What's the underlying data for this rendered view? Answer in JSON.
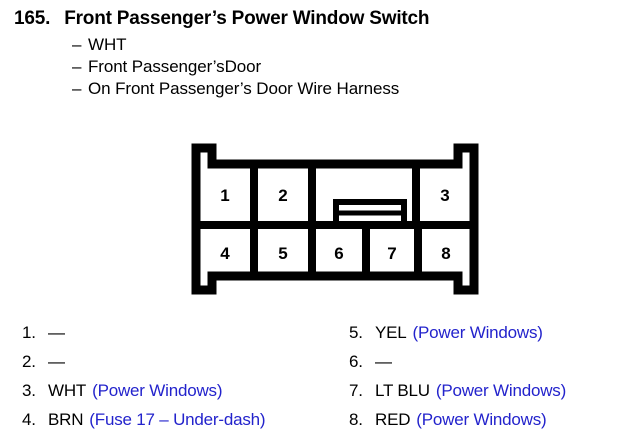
{
  "header": {
    "number": "165.",
    "title": "Front Passenger’s Power Window Switch",
    "dash": "–",
    "details": [
      "WHT",
      "Front Passenger’sDoor",
      "On Front Passenger’s Door Wire Harness"
    ]
  },
  "connector": {
    "top_row_pins": [
      "1",
      "2",
      "3"
    ],
    "bottom_row_pins": [
      "4",
      "5",
      "6",
      "7",
      "8"
    ],
    "pin_count": 8,
    "latch": "center-latch",
    "outline_color": "#000000",
    "fill_color": "#ffffff"
  },
  "legend": {
    "left": [
      {
        "index": "1.",
        "wire": "—",
        "circuit": ""
      },
      {
        "index": "2.",
        "wire": "—",
        "circuit": ""
      },
      {
        "index": "3.",
        "wire": "WHT",
        "circuit": "(Power Windows)"
      },
      {
        "index": "4.",
        "wire": "BRN",
        "circuit": "(Fuse 17 – Under-dash)"
      }
    ],
    "right": [
      {
        "index": "5.",
        "wire": "YEL",
        "circuit": "(Power Windows)"
      },
      {
        "index": "6.",
        "wire": "—",
        "circuit": ""
      },
      {
        "index": "7.",
        "wire": "LT BLU",
        "circuit": "(Power Windows)"
      },
      {
        "index": "8.",
        "wire": "RED",
        "circuit": "(Power Windows)"
      }
    ]
  },
  "colors": {
    "text": "#000000",
    "circuit_blue": "#2323cc",
    "background": "#ffffff"
  }
}
